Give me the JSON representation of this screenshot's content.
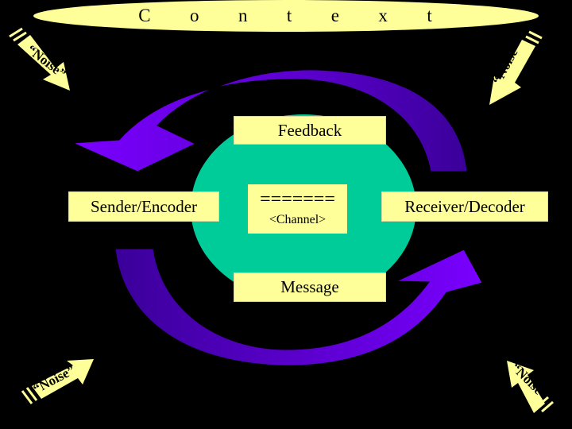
{
  "context": {
    "label": "C o n t e x t",
    "color": "#ffff99"
  },
  "center": {
    "color": "#00cc99"
  },
  "boxes": {
    "feedback": "Feedback",
    "message": "Message",
    "sender": "Sender/Encoder",
    "receiver": "Receiver/Decoder",
    "channel_line": "=======",
    "channel_label": "<Channel>"
  },
  "noise": {
    "top_left": "“Noise”",
    "top_right": "“Noise”",
    "bottom_left": "“Noise”",
    "bottom_right": "“Noise”"
  },
  "colors": {
    "arrow": "#6600cc",
    "arrow_dark": "#330099",
    "box": "#ffff99",
    "background": "#000000"
  }
}
